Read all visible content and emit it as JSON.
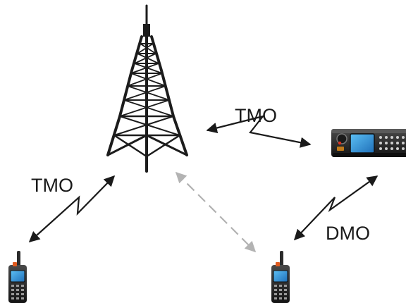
{
  "links": {
    "tower_to_mobile": {
      "label": "TMO"
    },
    "tower_to_handheld_left": {
      "label": "TMO"
    },
    "mobile_to_handheld_right": {
      "label": "DMO"
    }
  },
  "colors": {
    "link_line": "#1a1a1a",
    "dashed_link": "#b3b3b3",
    "tower": "#1c1c1c",
    "device_body": "#2b2b2b",
    "screen": "#2a8fd6"
  },
  "icons": {
    "tower": "radio-tower-icon",
    "mobile_radio": "mobile-radio-icon",
    "handheld_left": "handheld-radio-icon",
    "handheld_right": "handheld-radio-icon"
  }
}
